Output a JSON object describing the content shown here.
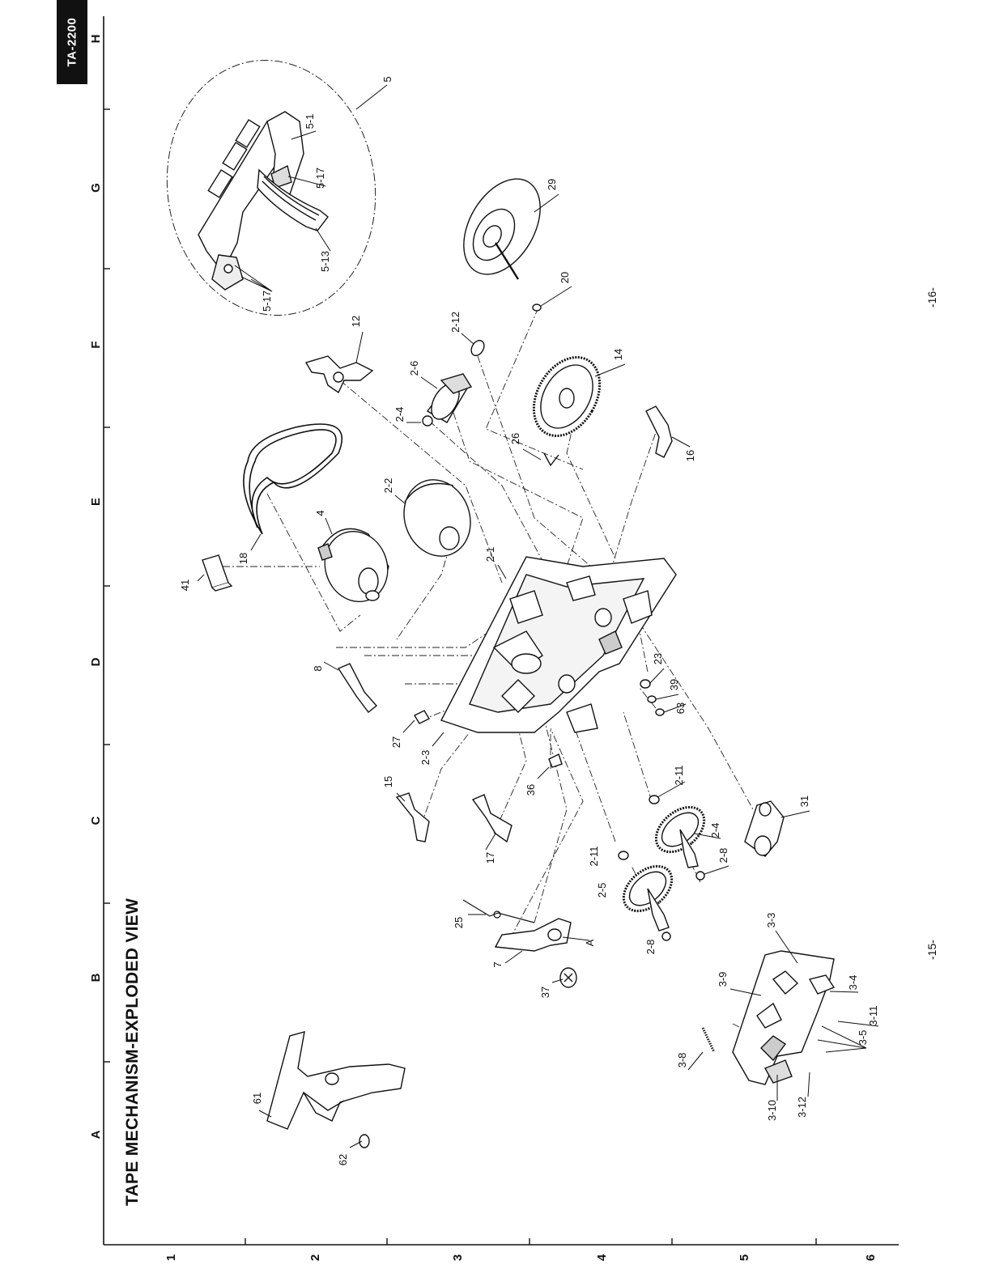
{
  "badge": "TA-2200",
  "title": "TAPE MECHANISM-EXPLODED VIEW",
  "page_left": "-15-",
  "page_right": "-16-",
  "grid": {
    "letters": [
      "A",
      "B",
      "C",
      "D",
      "E",
      "F",
      "G",
      "H"
    ],
    "numbers": [
      "1",
      "2",
      "3",
      "4",
      "5",
      "6"
    ]
  },
  "labels": {
    "l_61": "61",
    "l_62": "62",
    "l_37": "37",
    "l_7": "7",
    "l_A": "A",
    "l_25": "25",
    "l_2_8a": "2-8",
    "l_2_5": "2-5",
    "l_2_11a": "2-11",
    "l_17": "17",
    "l_15": "15",
    "l_36": "36",
    "l_27": "27",
    "l_2_3": "2-3",
    "l_8": "8",
    "l_41": "41",
    "l_18": "18",
    "l_4": "4",
    "l_2_1": "2-1",
    "l_2_2": "2-2",
    "l_2_4a": "2-4",
    "l_2_6": "2-6",
    "l_2_12": "2-12",
    "l_12": "12",
    "l_26": "26",
    "l_16": "16",
    "l_14": "14",
    "l_20": "20",
    "l_29": "29",
    "l_5": "5",
    "l_5_1": "5-1",
    "l_5_17a": "5-17",
    "l_5_13": "5-13",
    "l_5_17b": "5-17",
    "l_23": "23",
    "l_39": "39",
    "l_63": "63",
    "l_2_11b": "2-11",
    "l_2_4b": "2-4",
    "l_2_8b": "2-8",
    "l_31": "31",
    "l_3_3": "3-3",
    "l_3_9": "3-9",
    "l_3_4": "3-4",
    "l_3_11": "3-11",
    "l_3_5": "3-5",
    "l_3_8": "3-8",
    "l_3_10": "3-10",
    "l_3_12": "3-12"
  }
}
